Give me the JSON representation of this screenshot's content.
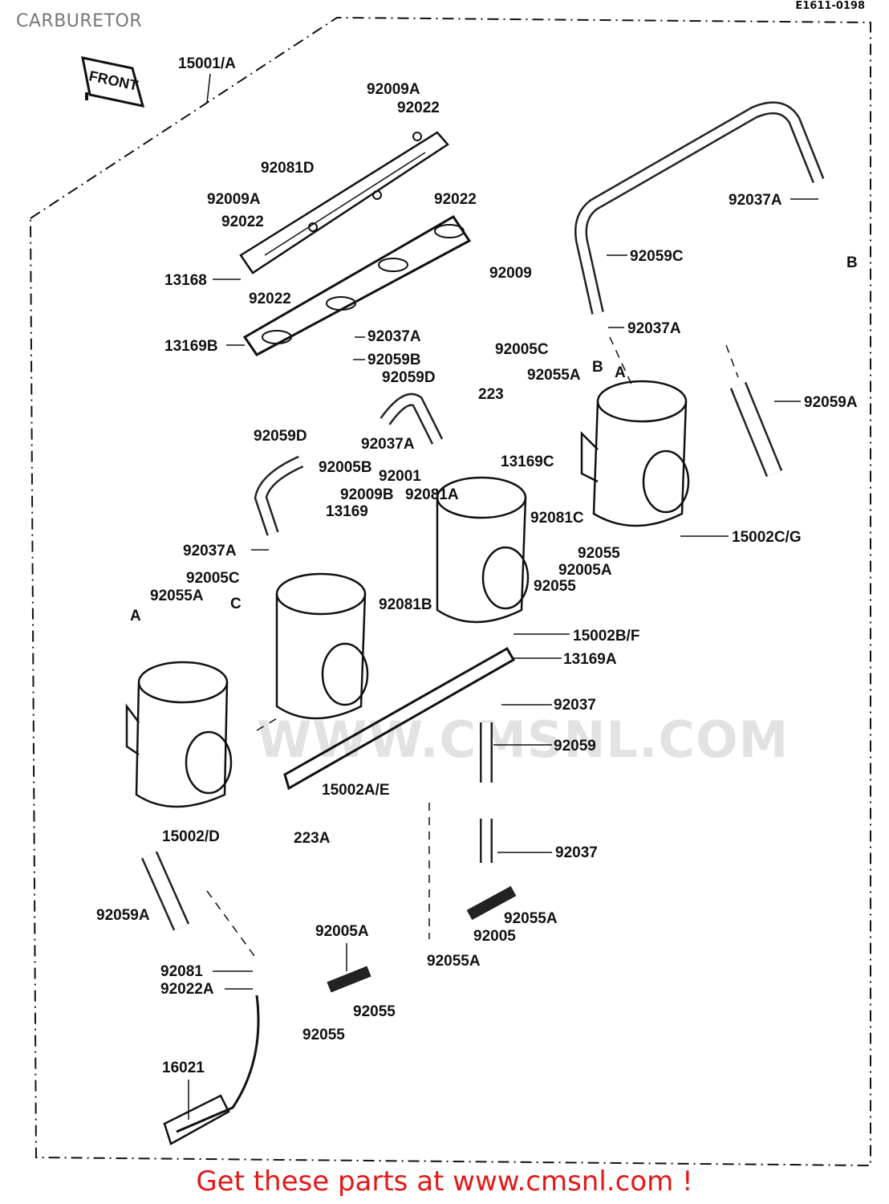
{
  "title": "CARBURETOR",
  "drawing_code": "E1611-0198",
  "footer": "Get these parts at www.cmsnl.com !",
  "watermark": "WWW.CMSNL.COM",
  "front_marker": "FRONT",
  "colors": {
    "footer": "#e41818",
    "title": "#777777",
    "lines": "#111111"
  },
  "parts": {
    "p15001A": "15001/A",
    "p92009A_top": "92009A",
    "p92022_top": "92022",
    "p92081D": "92081D",
    "p92009A_left": "92009A",
    "p92022_right": "92022",
    "p92022_left": "92022",
    "p13168": "13168",
    "p92022_mid": "92022",
    "p92009": "92009",
    "p13169B": "13169B",
    "p92037A_a": "92037A",
    "p92059B": "92059B",
    "p92059D_a": "92059D",
    "p92037A_b": "92037A",
    "p92059C": "92059C",
    "p92037A_c": "92037A",
    "pB_right": "B",
    "p92005C_a": "92005C",
    "p92055A_a": "92055A",
    "pB_mid": "B",
    "pA_mid": "A",
    "p92059A_a": "92059A",
    "p223": "223",
    "p92059D_b": "92059D",
    "p92037A_d": "92037A",
    "p92005B": "92005B",
    "p13169C": "13169C",
    "p92001": "92001",
    "p92009B": "92009B",
    "p92081A": "92081A",
    "p13169": "13169",
    "p92081C": "92081C",
    "p15002CG": "15002C/G",
    "p92055_a": "92055",
    "p92005A_a": "92005A",
    "p92055_b": "92055",
    "p92037A_e": "92037A",
    "p92005C_b": "92005C",
    "p92055A_b": "92055A",
    "pC": "C",
    "pA_left": "A",
    "p92081B": "92081B",
    "p15002BF": "15002B/F",
    "p13169A": "13169A",
    "p92037_a": "92037",
    "p92059": "92059",
    "p15002AE": "15002A/E",
    "p223A": "223A",
    "p15002D": "15002/D",
    "p92037_b": "92037",
    "p92059A_b": "92059A",
    "p92055A_c": "92055A",
    "p92005": "92005",
    "p92055A_d": "92055A",
    "p92005A_b": "92005A",
    "p92081": "92081",
    "p92022A": "92022A",
    "p92055_c": "92055",
    "p92055_d": "92055",
    "p16021": "16021"
  }
}
